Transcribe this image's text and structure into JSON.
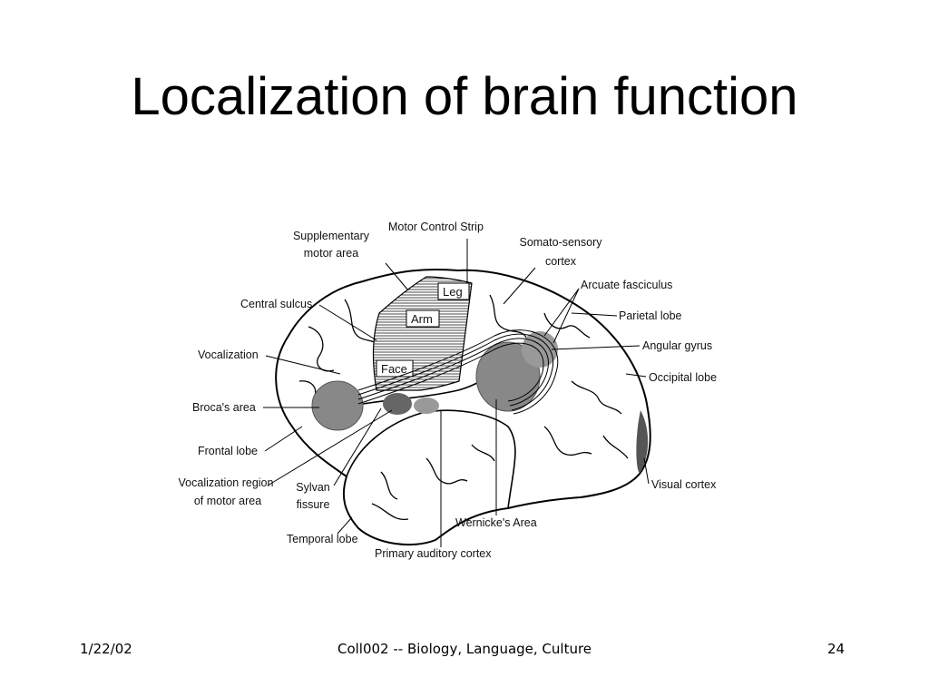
{
  "slide": {
    "title": "Localization of brain function"
  },
  "diagram": {
    "region_labels": {
      "leg": "Leg",
      "arm": "Arm",
      "face": "Face"
    },
    "callouts": {
      "motor_control_strip": "Motor Control Strip",
      "supplementary_motor_area": [
        "Supplementary",
        "motor area"
      ],
      "somato_sensory_cortex": [
        "Somato-sensory",
        "cortex"
      ],
      "arcuate_fasciculus": "Arcuate fasciculus",
      "central_sulcus": "Central sulcus",
      "parietal_lobe": "Parietal lobe",
      "vocalization": "Vocalization",
      "angular_gyrus": "Angular gyrus",
      "occipital_lobe": "Occipital lobe",
      "brocas_area": "Broca's area",
      "frontal_lobe": "Frontal lobe",
      "vocalization_region": [
        "Vocalization region",
        "of motor area"
      ],
      "sylvan_fissure": [
        "Sylvan",
        "fissure"
      ],
      "visual_cortex": "Visual cortex",
      "wernickes_area": "Wernicke's Area",
      "temporal_lobe": "Temporal lobe",
      "primary_auditory_cortex": "Primary auditory cortex"
    }
  },
  "footer": {
    "date": "1/22/02",
    "course": "Coll002 -- Biology, Language, Culture",
    "page": "24"
  }
}
